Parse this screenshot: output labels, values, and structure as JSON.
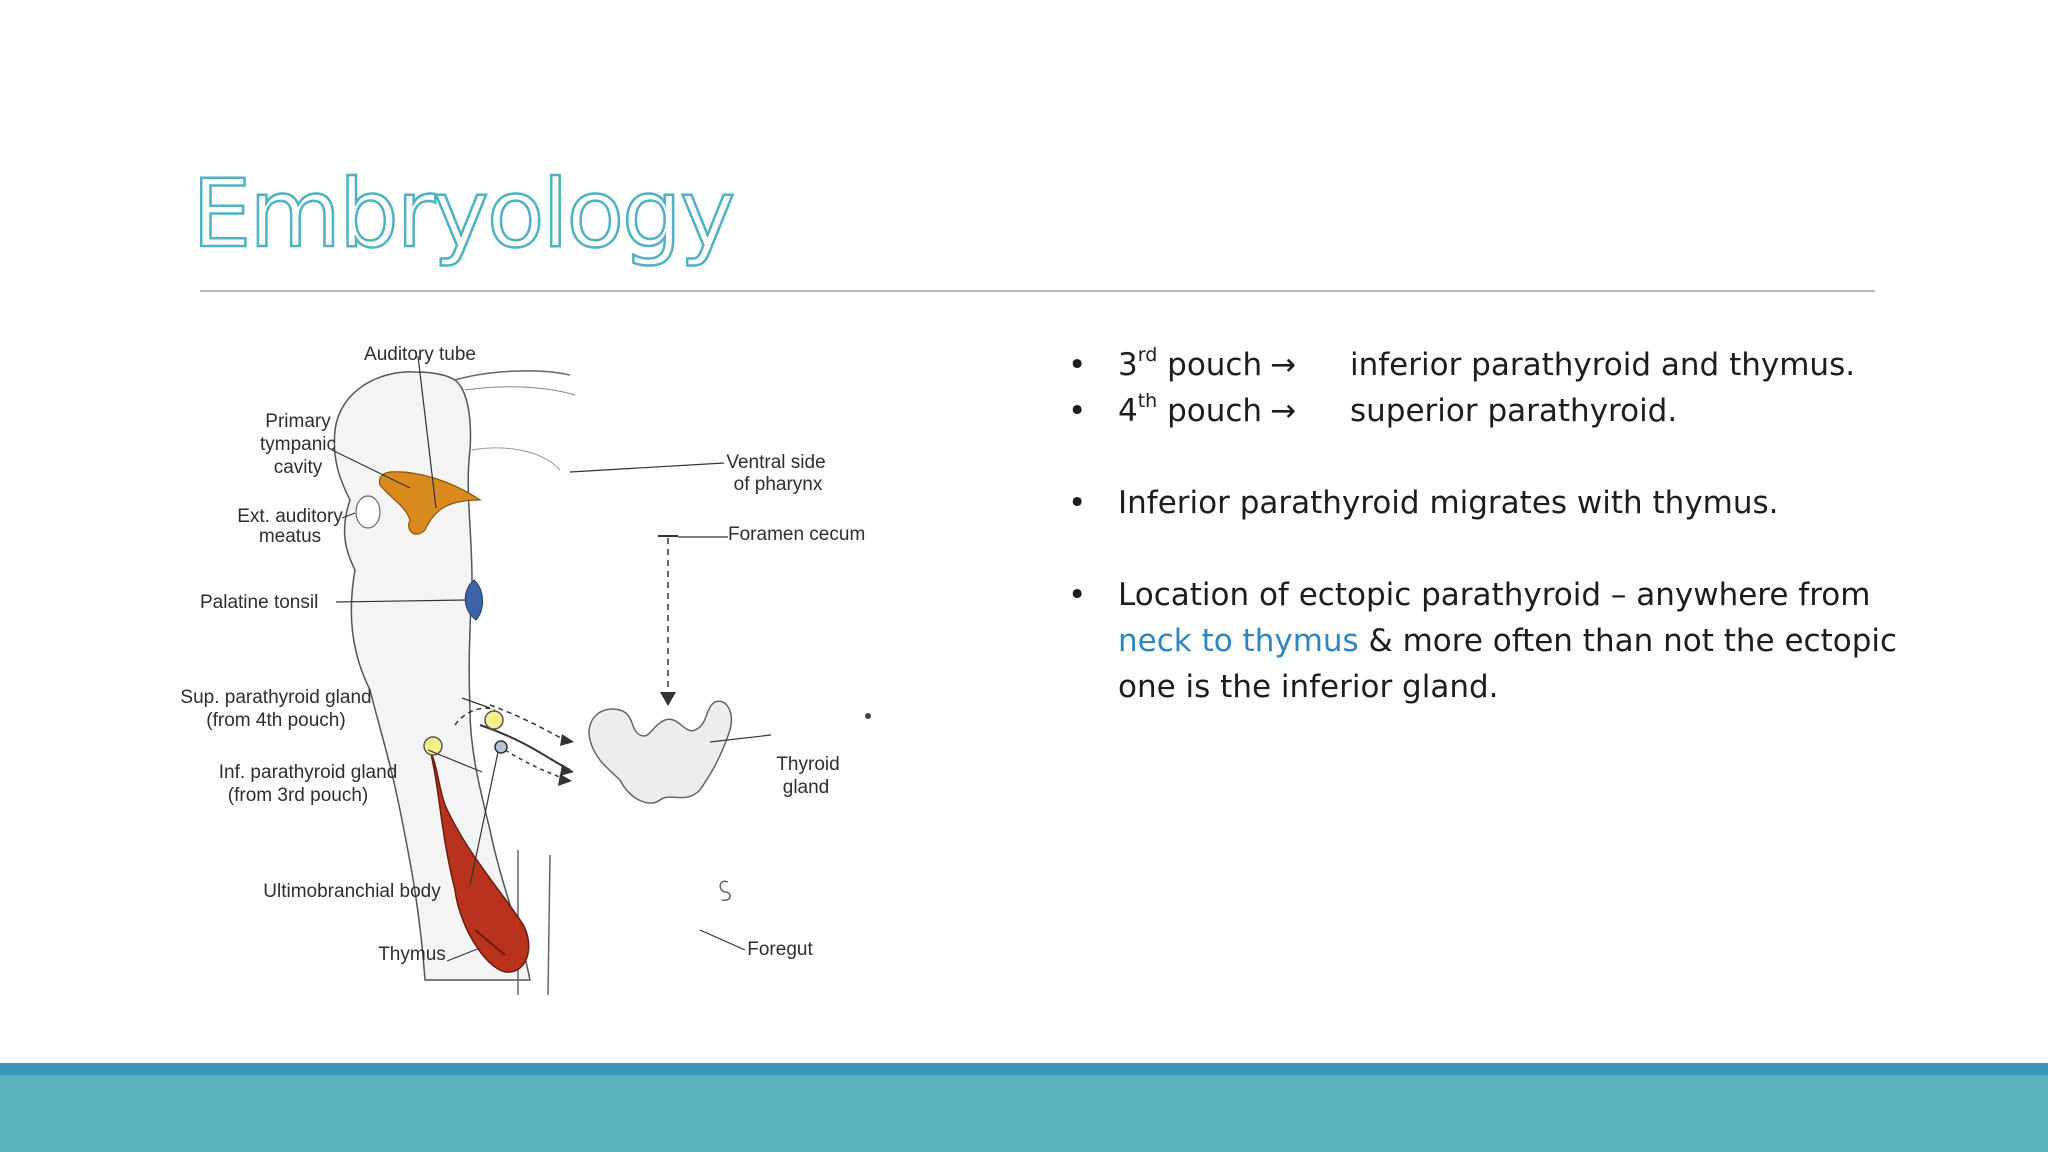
{
  "slide": {
    "title": "Embryology"
  },
  "diagram": {
    "labels": {
      "auditory_tube": "Auditory tube",
      "primary_tympanic_1": "Primary",
      "primary_tympanic_2": "tympanic",
      "primary_tympanic_3": "cavity",
      "ext_auditory_1": "Ext. auditory",
      "ext_auditory_2": "meatus",
      "palatine_tonsil": "Palatine tonsil",
      "sup_parathyroid_1": "Sup. parathyroid gland",
      "sup_parathyroid_2": "(from 4th pouch)",
      "inf_parathyroid_1": "Inf. parathyroid gland",
      "inf_parathyroid_2": "(from 3rd pouch)",
      "ultimobranchial": "Ultimobranchial body",
      "thymus": "Thymus",
      "ventral_side_1": "Ventral side",
      "ventral_side_2": "of pharynx",
      "foramen_cecum": "Foramen cecum",
      "thyroid_1": "Thyroid",
      "thyroid_2": "gland",
      "foregut": "Foregut"
    },
    "colors": {
      "tympanic": "#d98a1e",
      "tonsil": "#3e63a8",
      "parathyroid": "#f3f08c",
      "thymus": "#b8321d"
    }
  },
  "bullets": [
    {
      "num": "3",
      "sup": "rd",
      "word": " pouch",
      "arrow": "→",
      "target": "inferior parathyroid and thymus."
    },
    {
      "num": "4",
      "sup": "th",
      "word": " pouch",
      "arrow": "→",
      "target": "superior parathyroid."
    },
    {
      "text": "Inferior parathyroid migrates with thymus."
    },
    {
      "pre": "Location of ectopic parathyroid – anywhere from ",
      "highlight": "neck to thymus",
      "post": " & more often than not the ectopic one is the inferior gland."
    }
  ],
  "theme": {
    "title_color": "#4fb2c2",
    "accent": "#2d86bf",
    "footer_dark": "#3796b8",
    "footer_light": "#59b4bf"
  }
}
